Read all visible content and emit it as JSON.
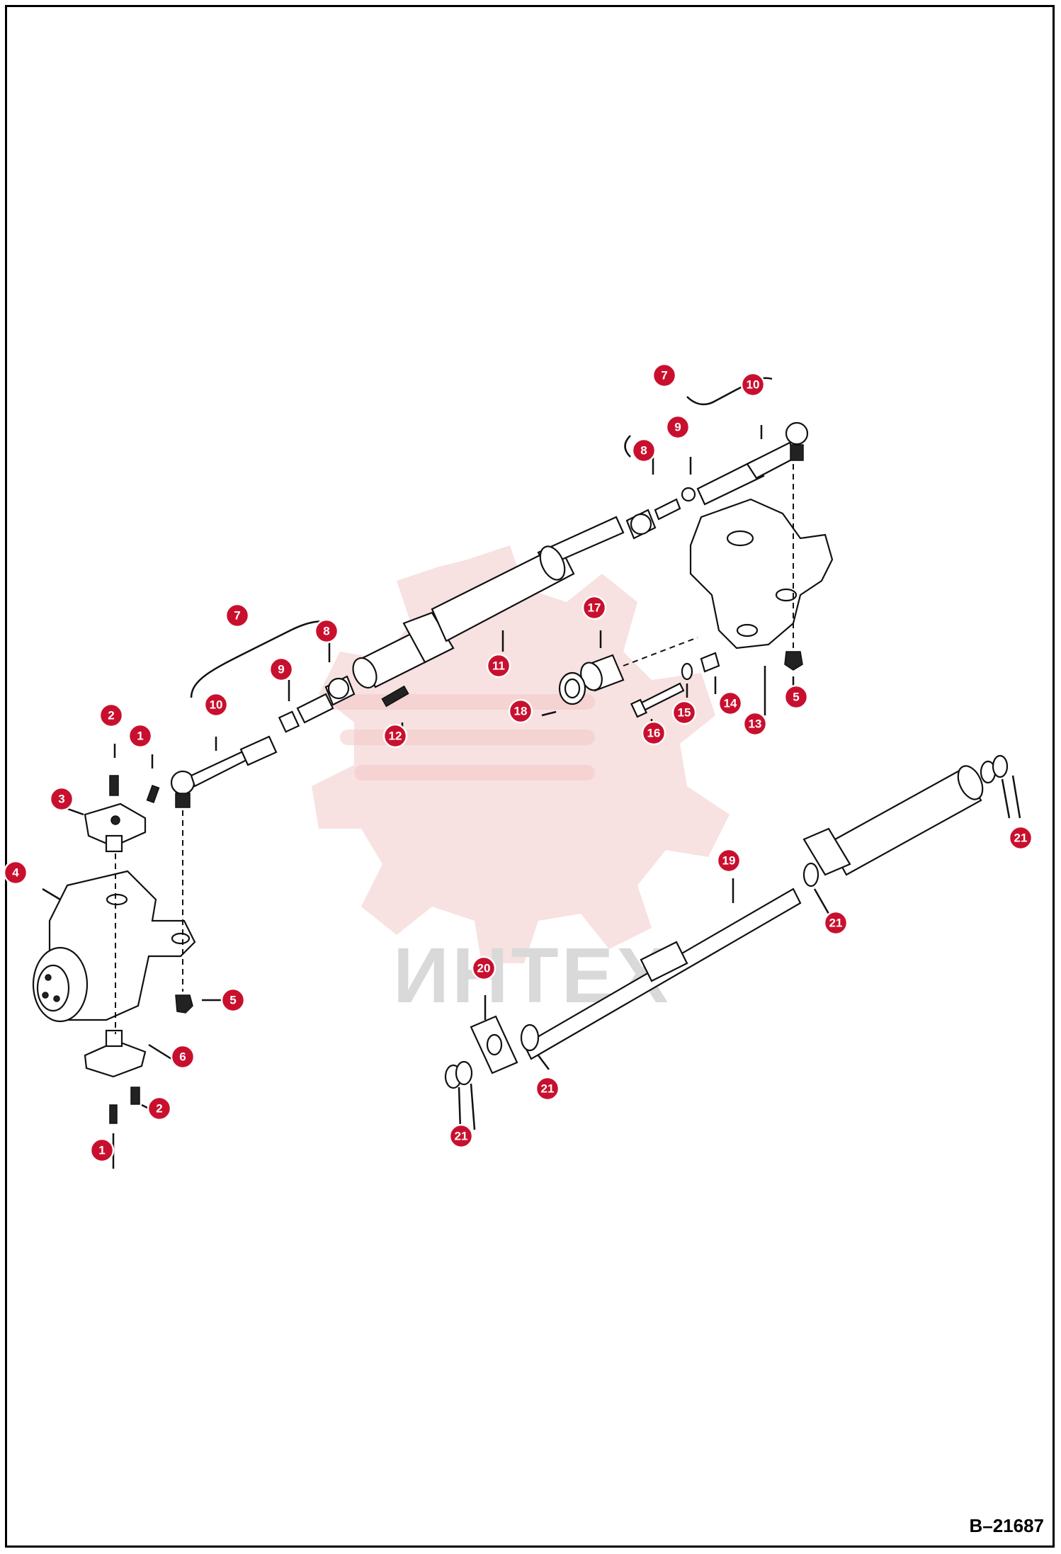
{
  "watermark": {
    "text": "ИНТЕХ"
  },
  "reference_code": "B–21687",
  "callouts": [
    {
      "id": "c1a",
      "label": "1"
    },
    {
      "id": "c2a",
      "label": "2"
    },
    {
      "id": "c3",
      "label": "3"
    },
    {
      "id": "c4",
      "label": "4"
    },
    {
      "id": "c5a",
      "label": "5"
    },
    {
      "id": "c6",
      "label": "6"
    },
    {
      "id": "c2b",
      "label": "2"
    },
    {
      "id": "c1b",
      "label": "1"
    },
    {
      "id": "c7a",
      "label": "7"
    },
    {
      "id": "c8a",
      "label": "8"
    },
    {
      "id": "c9a",
      "label": "9"
    },
    {
      "id": "c10a",
      "label": "10"
    },
    {
      "id": "c11",
      "label": "11"
    },
    {
      "id": "c12",
      "label": "12"
    },
    {
      "id": "c7b",
      "label": "7"
    },
    {
      "id": "c10b",
      "label": "10"
    },
    {
      "id": "c9b",
      "label": "9"
    },
    {
      "id": "c8b",
      "label": "8"
    },
    {
      "id": "c17",
      "label": "17"
    },
    {
      "id": "c18",
      "label": "18"
    },
    {
      "id": "c16",
      "label": "16"
    },
    {
      "id": "c15",
      "label": "15"
    },
    {
      "id": "c14",
      "label": "14"
    },
    {
      "id": "c13",
      "label": "13"
    },
    {
      "id": "c5b",
      "label": "5"
    },
    {
      "id": "c19",
      "label": "19"
    },
    {
      "id": "c20",
      "label": "20"
    },
    {
      "id": "c21a",
      "label": "21"
    },
    {
      "id": "c21b",
      "label": "21"
    },
    {
      "id": "c21c",
      "label": "21"
    },
    {
      "id": "c21d",
      "label": "21"
    }
  ]
}
